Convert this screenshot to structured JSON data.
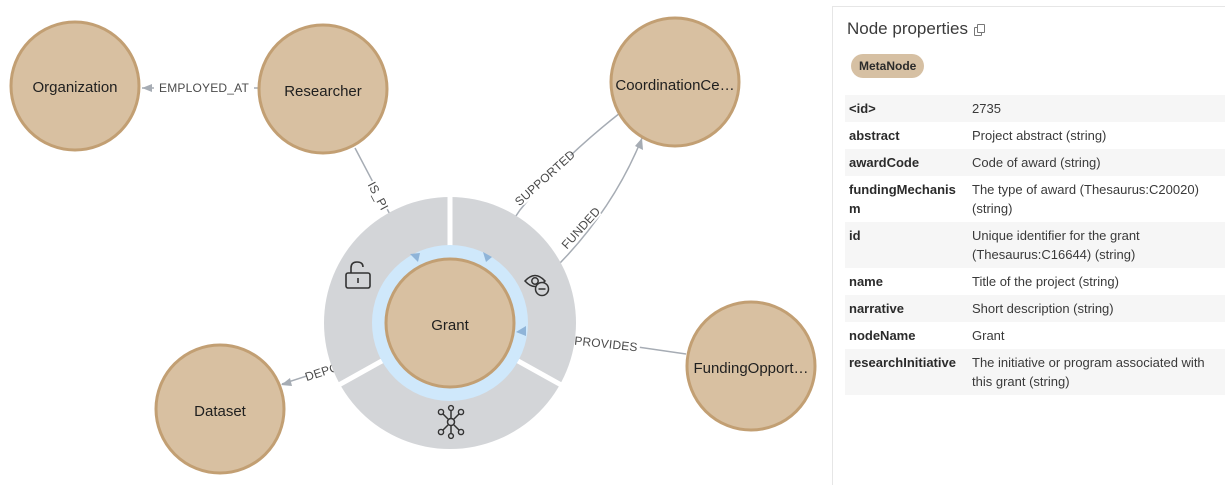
{
  "graph": {
    "nodes": {
      "organization": "Organization",
      "researcher": "Researcher",
      "coordination_center": "CoordinationCe…",
      "grant": "Grant",
      "dataset": "Dataset",
      "funding_opportunity": "FundingOpport…"
    },
    "edges": {
      "employed_at": "EMPLOYED_AT",
      "is_pi": "IS_PI",
      "supported": "SUPPORTED",
      "funded": "FUNDED",
      "provides": "PROVIDES",
      "deposited": "DEPO"
    },
    "colors": {
      "node_fill": "#d8c0a1",
      "node_stroke": "#c29f73",
      "ring": "#d3d5d8",
      "selection_halo": "#cfe8fb",
      "edge": "#a6acb4"
    },
    "ring_icons": [
      "unlock-icon",
      "hide-eye-icon",
      "expand-network-icon"
    ]
  },
  "panel": {
    "title": "Node properties",
    "label_chip": "MetaNode",
    "properties": [
      {
        "key": "<id>",
        "value": "2735"
      },
      {
        "key": "abstract",
        "value": "Project abstract (string)"
      },
      {
        "key": "awardCode",
        "value": "Code of award (string)"
      },
      {
        "key": "fundingMechanism",
        "value": "The type of award (Thesaurus:C20020) (string)"
      },
      {
        "key": "id",
        "value": "Unique identifier for the grant (Thesaurus:C16644) (string)"
      },
      {
        "key": "name",
        "value": "Title of the project (string)"
      },
      {
        "key": "narrative",
        "value": "Short description (string)"
      },
      {
        "key": "nodeName",
        "value": "Grant"
      },
      {
        "key": "researchInitiative",
        "value": "The initiative or program associated with this grant (string)"
      }
    ]
  }
}
